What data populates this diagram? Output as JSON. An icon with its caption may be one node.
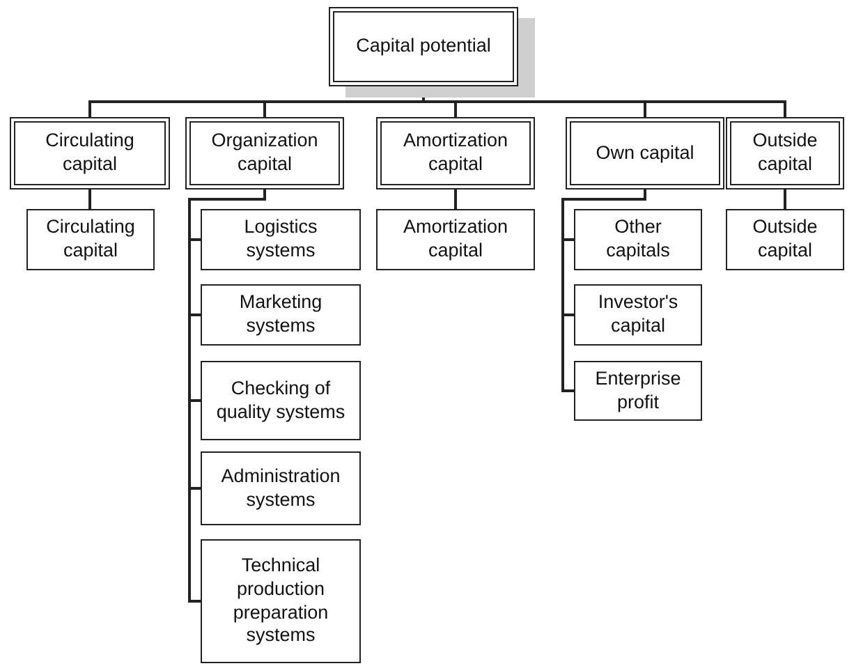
{
  "diagram": {
    "nodes": [
      {
        "text": [
          "Capital potential"
        ]
      },
      {
        "text": [
          "Circulating capital"
        ]
      },
      {
        "text": [
          "Organization capital"
        ]
      },
      {
        "text": [
          "Amortization capital"
        ]
      },
      {
        "text": [
          "Own capital"
        ]
      },
      {
        "text": [
          "Outside capital"
        ]
      },
      {
        "text": [
          "Circulating capital"
        ]
      },
      {
        "text": [
          "Logistics systems"
        ]
      },
      {
        "text": [
          "Marketing systems"
        ]
      },
      {
        "text": [
          "Checking of quality systems"
        ]
      },
      {
        "text": [
          "Administration systems"
        ]
      },
      {
        "text": [
          "Technical production preparation systems"
        ]
      },
      {
        "text": [
          "Amortization capital"
        ]
      },
      {
        "text": [
          "Other capitals"
        ]
      },
      {
        "text": [
          "Investor's capital"
        ]
      },
      {
        "text": [
          "Enterprise profit"
        ]
      },
      {
        "text": [
          "Outside capital"
        ]
      }
    ],
    "edges": [
      {
        "from": 0,
        "to": 1,
        "arrow": "none"
      },
      {
        "from": 0,
        "to": 2,
        "arrow": "none"
      },
      {
        "from": 0,
        "to": 3,
        "arrow": "none"
      },
      {
        "from": 0,
        "to": 4,
        "arrow": "none"
      },
      {
        "from": 0,
        "to": 5,
        "arrow": "none"
      },
      {
        "from": 1,
        "to": 6,
        "arrow": "none"
      },
      {
        "from": 2,
        "to": 7,
        "arrow": "none"
      },
      {
        "from": 2,
        "to": 8,
        "arrow": "none"
      },
      {
        "from": 2,
        "to": 9,
        "arrow": "none"
      },
      {
        "from": 2,
        "to": 10,
        "arrow": "none"
      },
      {
        "from": 2,
        "to": 11,
        "arrow": "none"
      },
      {
        "from": 3,
        "to": 12,
        "arrow": "none"
      },
      {
        "from": 4,
        "to": 13,
        "arrow": "none"
      },
      {
        "from": 4,
        "to": 14,
        "arrow": "none"
      },
      {
        "from": 4,
        "to": 15,
        "arrow": "none"
      },
      {
        "from": 5,
        "to": 16,
        "arrow": "none"
      }
    ]
  }
}
